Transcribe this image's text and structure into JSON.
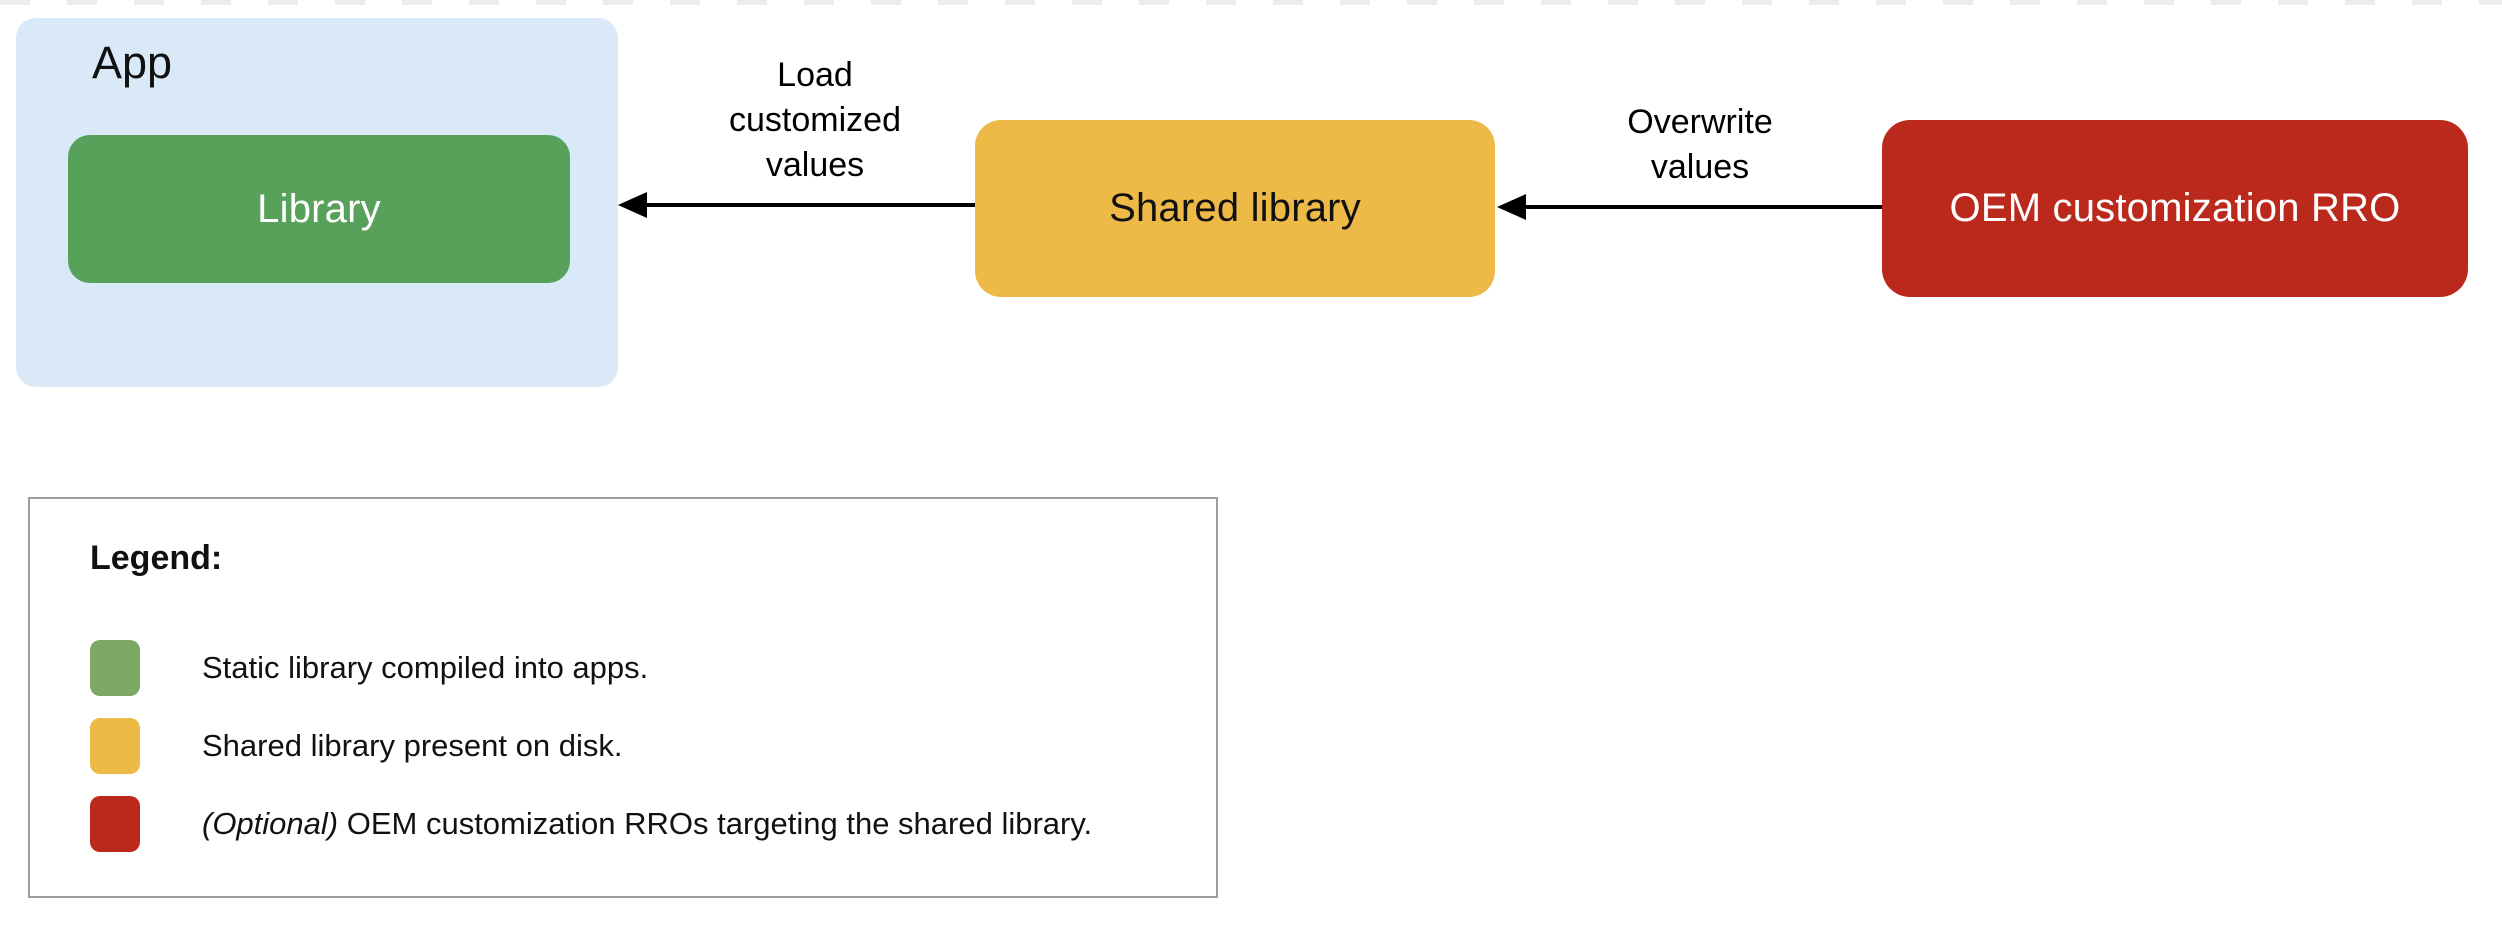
{
  "page": {
    "background": "#ffffff",
    "top_dash_color": "#ececec"
  },
  "diagram": {
    "app_group": {
      "label": "App",
      "bg": "#d9e9f8"
    },
    "nodes": [
      {
        "id": "library",
        "label": "Library",
        "bg": "#58a15b",
        "text_color": "#ffffff"
      },
      {
        "id": "shared-library",
        "label": "Shared library",
        "bg": "#edb947",
        "text_color": "#111111"
      },
      {
        "id": "oem-rro",
        "label": "OEM customization RRO",
        "bg": "#bb291d",
        "text_color": "#ffffff"
      }
    ],
    "edges": [
      {
        "from": "shared-library",
        "to": "library",
        "label_lines": [
          "Load",
          "customized",
          "values"
        ],
        "color": "#000000"
      },
      {
        "from": "oem-rro",
        "to": "shared-library",
        "label_lines": [
          "Overwrite",
          "values"
        ],
        "color": "#000000"
      }
    ]
  },
  "legend": {
    "title": "Legend:",
    "border_color": "#9e9e9e",
    "items": [
      {
        "color": "#7da964",
        "italic_prefix": "",
        "text": "Static library compiled into apps."
      },
      {
        "color": "#edb947",
        "italic_prefix": "",
        "text": "Shared library present on disk."
      },
      {
        "color": "#bb291d",
        "italic_prefix": "(Optional)",
        "text": " OEM customization RROs targeting the shared library."
      }
    ]
  }
}
